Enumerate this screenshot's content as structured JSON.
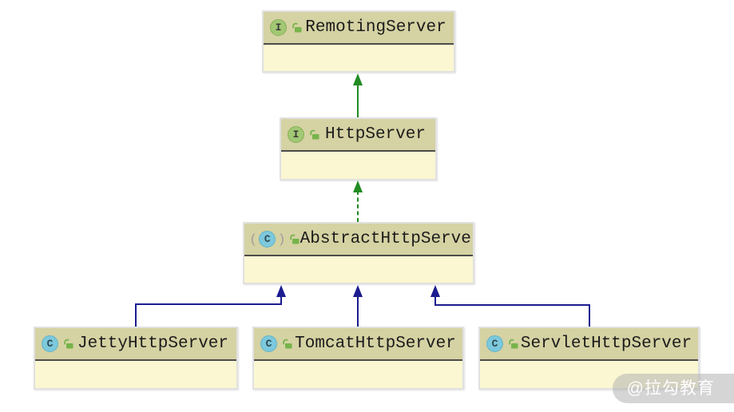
{
  "diagram": {
    "description": "UML class hierarchy diagram (IDE-style) of RPC HTTP server classes",
    "watermark": "@拉勾教育",
    "icons": {
      "interface_letter": "I",
      "class_letter": "C",
      "paren_open": "(",
      "paren_close": ")"
    },
    "nodes": [
      {
        "id": "remoting",
        "label": "RemotingServer",
        "kind": "interface",
        "abstract": false
      },
      {
        "id": "http",
        "label": "HttpServer",
        "kind": "interface",
        "abstract": false
      },
      {
        "id": "abstract",
        "label": "AbstractHttpServer",
        "kind": "class",
        "abstract": true
      },
      {
        "id": "jetty",
        "label": "JettyHttpServer",
        "kind": "class",
        "abstract": false
      },
      {
        "id": "tomcat",
        "label": "TomcatHttpServer",
        "kind": "class",
        "abstract": false
      },
      {
        "id": "servlet",
        "label": "ServletHttpServer",
        "kind": "class",
        "abstract": false
      }
    ],
    "edges": [
      {
        "from": "HttpServer",
        "to": "RemotingServer",
        "type": "extends",
        "line": "solid"
      },
      {
        "from": "AbstractHttpServer",
        "to": "HttpServer",
        "type": "implements",
        "line": "dashed"
      },
      {
        "from": "JettyHttpServer",
        "to": "AbstractHttpServer",
        "type": "extends",
        "line": "solid"
      },
      {
        "from": "TomcatHttpServer",
        "to": "AbstractHttpServer",
        "type": "extends",
        "line": "solid"
      },
      {
        "from": "ServletHttpServer",
        "to": "AbstractHttpServer",
        "type": "extends",
        "line": "solid"
      }
    ],
    "colors": {
      "header_bg": "#d5d2a3",
      "body_bg": "#faf7d2",
      "separator": "#4c4c4a",
      "box_border": "#e1e1e1",
      "interface_edge": "#228b22",
      "class_edge": "#1c1c90",
      "interface_icon_bg": "#a2c873",
      "class_icon_bg": "#7cc8dc",
      "lock_icon": "#77b44b",
      "label_text": "#1b1b1b"
    }
  }
}
